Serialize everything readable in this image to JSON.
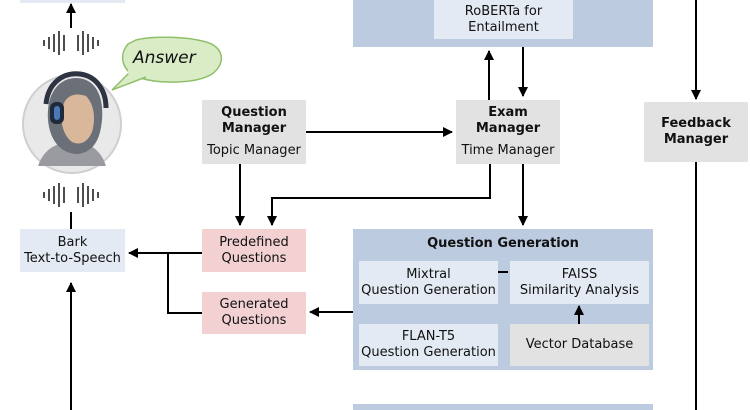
{
  "bubble": {
    "text": "Answer"
  },
  "boxes": {
    "roberta": "RoBERTa for\nEntailment",
    "question_manager_title": "Question\nManager",
    "question_manager_sub": "Topic Manager",
    "exam_manager_title": "Exam\nManager",
    "exam_manager_sub": "Time Manager",
    "feedback_manager": "Feedback\nManager",
    "bark": "Bark\nText-to-Speech",
    "predefined": "Predefined\nQuestions",
    "generated": "Generated\nQuestions",
    "qgen_title": "Question Generation",
    "mixtral": "Mixtral\nQuestion Generation",
    "faiss": "FAISS\nSimilarity Analysis",
    "flan": "FLAN-T5\nQuestion Generation",
    "vector_db": "Vector Database"
  },
  "colors": {
    "gray_box": "#e2e2e2",
    "pink_box": "#f3d1d3",
    "light_blue_box": "#e4eaf3",
    "panel_blue": "#bccbe0",
    "bubble_fill": "#d9ecc6",
    "bubble_stroke": "#8fbf6a",
    "arrow": "#000000"
  }
}
